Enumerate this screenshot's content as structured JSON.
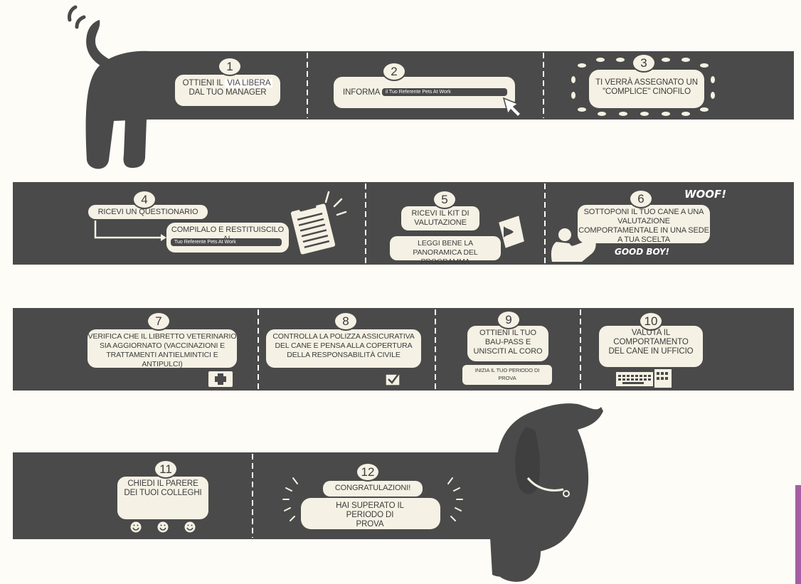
{
  "colors": {
    "ribbon": "#4a4a4a",
    "pill": "#f5f1e4",
    "background": "#fdfcf7",
    "accent": "#a45ea1"
  },
  "steps": [
    {
      "number": "1",
      "line1": "OTTIENI IL",
      "highlight": "VIA LIBERA",
      "line2": "DAL TUO MANAGER"
    },
    {
      "number": "2",
      "text": "INFORMA",
      "tag": "il Tuo Referente Pets At Work",
      "icon": "cursor-icon"
    },
    {
      "number": "3",
      "text": "TI VERRÀ ASSEGNATO UN \"COMPLICE\" CINOFILO"
    },
    {
      "number": "4",
      "text": "RICEVI UN QUESTIONARIO",
      "sub": "COMPILALO E RESTITUISCILO AL",
      "tag": "Tuo Referente Pets At Work",
      "icon": "clipboard-icon"
    },
    {
      "number": "5",
      "text": "RICEVI IL KIT DI VALUTAZIONE",
      "sub": "LEGGI BENE LA PANORAMICA DEL PROGRAMMA",
      "icon": "kit-icon"
    },
    {
      "number": "6",
      "text": "SOTTOPONI IL TUO CANE A UNA VALUTAZIONE COMPORTAMENTALE IN UNA SEDE A TUA SCELTA",
      "woof": "WOOF!",
      "goodboy": "GOOD BOY!",
      "icon": "person-with-dog-icon"
    },
    {
      "number": "7",
      "text": "VERIFICA CHE IL LIBRETTO VETERINARIO SIA AGGIORNATO (VACCINAZIONI E TRATTAMENTI ANTIELMINTICI E ANTIPULCI)",
      "icon": "first-aid-icon"
    },
    {
      "number": "8",
      "text": "CONTROLLA LA POLIZZA ASSICURATIVA DEL CANE E PENSA ALLA COPERTURA DELLA RESPONSABILITÀ CIVILE",
      "icon": "checkbox-icon"
    },
    {
      "number": "9",
      "text": "OTTIENI IL TUO BAU-PASS E UNISCITI AL CORO",
      "sub": "INIZIA IL TUO PERIODO DI PROVA"
    },
    {
      "number": "10",
      "text": "VALUTA IL COMPORTAMENTO DEL CANE IN UFFICIO",
      "icon": "keyboard-icon"
    },
    {
      "number": "11",
      "text": "CHIEDI IL PARERE DEI TUOI COLLEGHI",
      "icon": "smiley-icon"
    },
    {
      "number": "12",
      "text": "CONGRATULAZIONI!",
      "sub": "HAI SUPERATO IL PERIODO DI PROVA"
    }
  ]
}
